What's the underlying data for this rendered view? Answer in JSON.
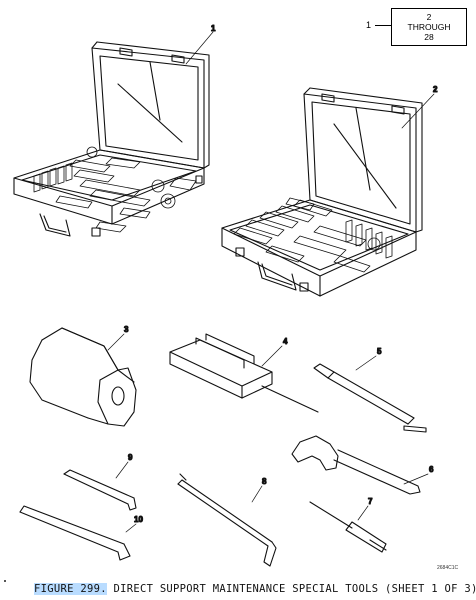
{
  "reference": {
    "item_number": "1",
    "range_line1": "2",
    "range_line2": "THROUGH",
    "range_line3": "28"
  },
  "callouts": [
    "1",
    "2",
    "3",
    "4",
    "5",
    "6",
    "7",
    "8",
    "9",
    "10"
  ],
  "drawing_code": "2684C1C",
  "caption": {
    "figure_label": "FIGURE 299.",
    "title": " DIRECT SUPPORT MAINTENANCE SPECIAL TOOLS (SHEET 1 OF 3)"
  }
}
